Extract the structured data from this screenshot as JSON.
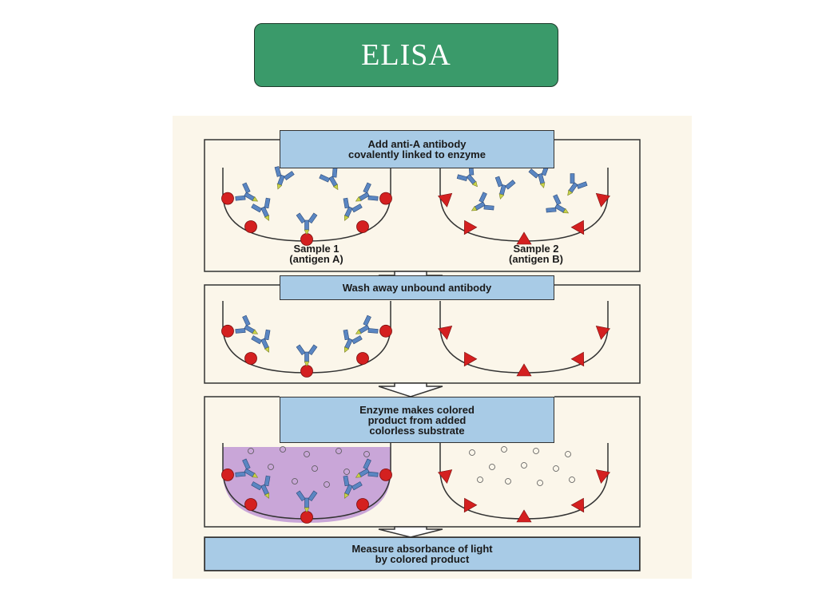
{
  "title": "ELISA",
  "steps": {
    "step1": "Add anti-A antibody\ncovalently linked to enzyme",
    "step2": "Wash away unbound antibody",
    "step3": "Enzyme makes colored\nproduct from added\ncolorless substrate",
    "step4": "Measure absorbance of light\nby colored product"
  },
  "samples": {
    "sample1": "Sample 1\n(antigen A)",
    "sample2": "Sample 2\n(antigen B)"
  },
  "colors": {
    "title_bg": "#3a9a6a",
    "label_box": "#a8cbe6",
    "antigen_a": "#d42020",
    "antigen_b": "#d42020",
    "antibody": "#5a86c2",
    "enzyme": "#c9d44a",
    "colored_product": "#c9a6d8"
  }
}
